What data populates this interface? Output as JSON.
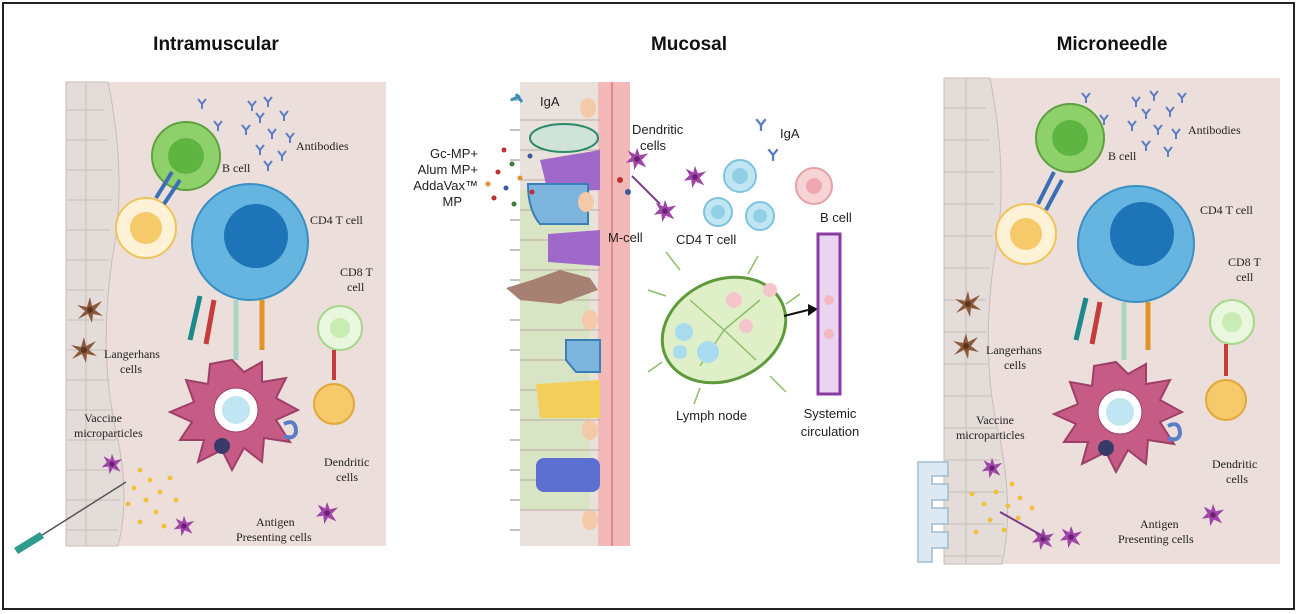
{
  "panels": {
    "intramuscular": {
      "title": "Intramuscular",
      "labels": {
        "antibodies": "Antibodies",
        "b_cell": "B cell",
        "cd4": "CD4 T cell",
        "cd8_1": "CD8 T",
        "cd8_2": "cell",
        "langerhans_1": "Langerhans",
        "langerhans_2": "cells",
        "vaccine_1": "Vaccine",
        "vaccine_2": "microparticles",
        "dendritic_1": "Dendritic",
        "dendritic_2": "cells",
        "apc_1": "Antigen",
        "apc_2": "Presenting cells"
      }
    },
    "mucosal": {
      "title": "Mucosal",
      "labels": {
        "iga_top": "IgA",
        "formulation_1": "Gc-MP+",
        "formulation_2": "Alum MP+",
        "formulation_3": "AddaVax™",
        "formulation_4": "MP",
        "dendritic_1": "Dendritic",
        "dendritic_2": "cells",
        "iga": "IgA",
        "b_cell": "B cell",
        "m_cell": "M-cell",
        "cd4": "CD4 T cell",
        "lymph_node": "Lymph node",
        "systemic_1": "Systemic",
        "systemic_2": "circulation"
      }
    },
    "microneedle": {
      "title": "Microneedle",
      "labels": {
        "antibodies": "Antibodies",
        "b_cell": "B cell",
        "cd4": "CD4 T cell",
        "cd8_1": "CD8 T",
        "cd8_2": "cell",
        "langerhans_1": "Langerhans",
        "langerhans_2": "cells",
        "vaccine_1": "Vaccine",
        "vaccine_2": "microparticles",
        "dendritic_1": "Dendritic",
        "dendritic_2": "cells",
        "apc_1": "Antigen",
        "apc_2": "Presenting cells"
      }
    }
  },
  "colors": {
    "tissue_bg": "#ecdfdb",
    "b_cell": "#8ed16a",
    "cd4": "#66b4e0",
    "cd8": "#c9ecb5",
    "apc": "#c65b86",
    "helper": "#f6c96a",
    "lymph_node": "#c8e3a8",
    "vessel": "#8a3aa3"
  }
}
